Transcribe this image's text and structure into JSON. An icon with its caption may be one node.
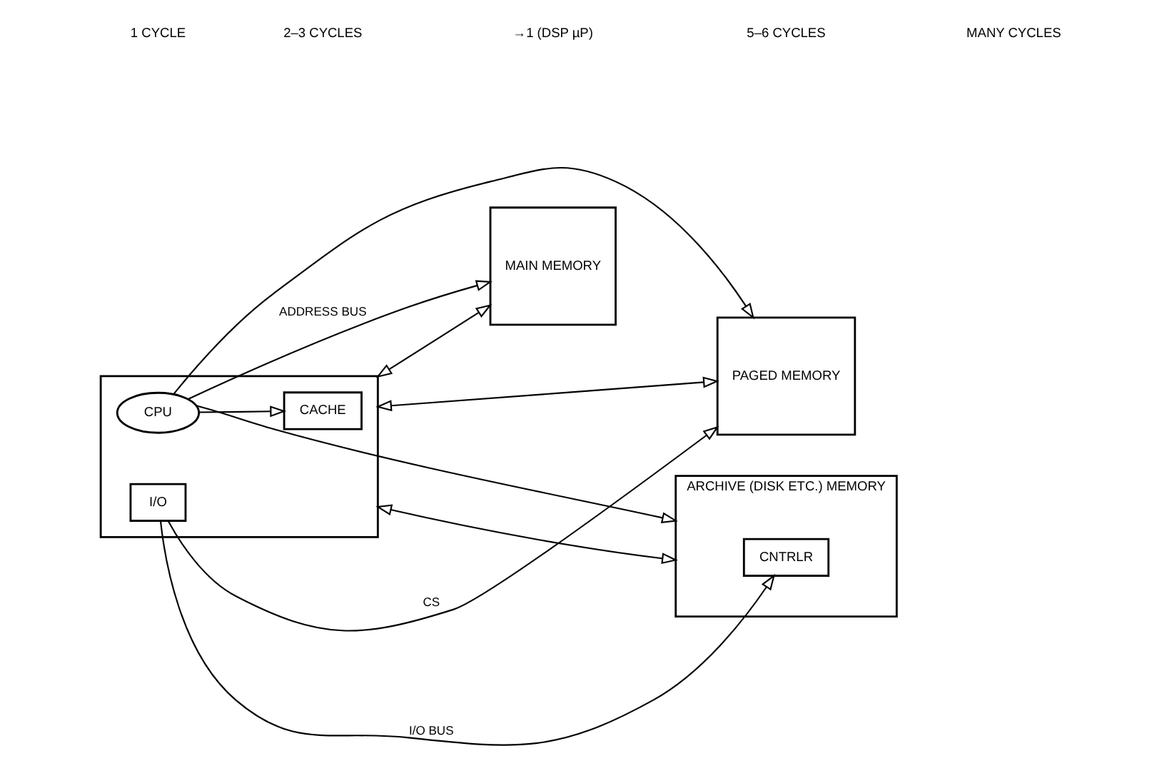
{
  "diagram": {
    "nodes": [
      {
        "text": [],
        "shape": "box"
      },
      {
        "text": [
          "CPU"
        ],
        "in": 0
      },
      {
        "text": [
          "CACHE"
        ],
        "in": 0
      },
      {
        "text": [
          "I/O"
        ],
        "in": 0
      },
      {
        "text": [
          "MAIN MEMORY"
        ]
      },
      {
        "text": [
          "PAGED MEMORY"
        ]
      },
      {
        "text": [
          "ARCHIVE (DISK ETC.) MEMORY"
        ]
      },
      {
        "text": [
          "CNTRLR"
        ],
        "in": 6
      }
    ],
    "edges": [
      {
        "from": 0,
        "to": 4,
        "arrow": "both"
      },
      {
        "from": 0,
        "to": 5,
        "arrow": "both"
      },
      {
        "from": 0,
        "to": 6,
        "arrow": "both"
      },
      {
        "from": 1,
        "to": 2,
        "arrow": "to"
      },
      {
        "from": 1,
        "to": 4,
        "arrow": "to",
        "label": "ADDRESS BUS"
      },
      {
        "from": 1,
        "to": 5,
        "arrow": "to"
      },
      {
        "from": 1,
        "to": 6,
        "arrow": "to"
      },
      {
        "from": 3,
        "to": 7,
        "arrow": "to",
        "label": "I/O BUS"
      },
      {
        "from": 3,
        "to": 5,
        "arrow": "to",
        "label": "CS"
      }
    ],
    "labels": [
      "1 CYCLE",
      "2–3 CYCLES",
      "→1 (DSP µP)",
      "5–6 CYCLES",
      "MANY CYCLES"
    ]
  }
}
